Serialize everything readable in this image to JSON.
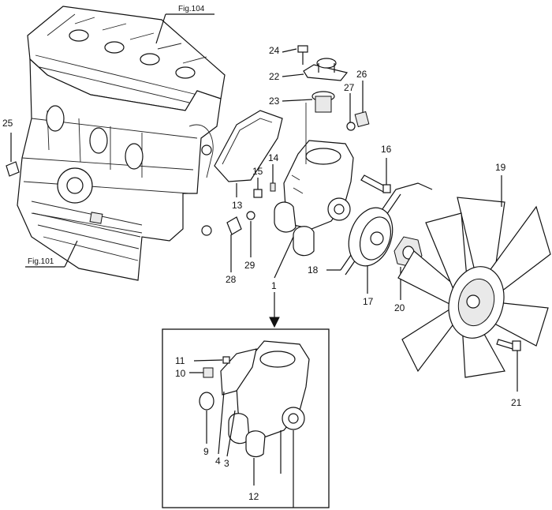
{
  "figure_refs": {
    "cylinder_head": "Fig.104",
    "cylinder_block": "Fig.101"
  },
  "callouts": {
    "c1": "1",
    "c3": "3",
    "c4": "4",
    "c9": "9",
    "c10": "10",
    "c11": "11",
    "c12": "12",
    "c13": "13",
    "c14": "14",
    "c15": "15",
    "c16": "16",
    "c17": "17",
    "c18": "18",
    "c19": "19",
    "c20": "20",
    "c21": "21",
    "c22": "22",
    "c23": "23",
    "c24": "24",
    "c25": "25",
    "c26": "26",
    "c27": "27",
    "c28": "28",
    "c29": "29"
  }
}
